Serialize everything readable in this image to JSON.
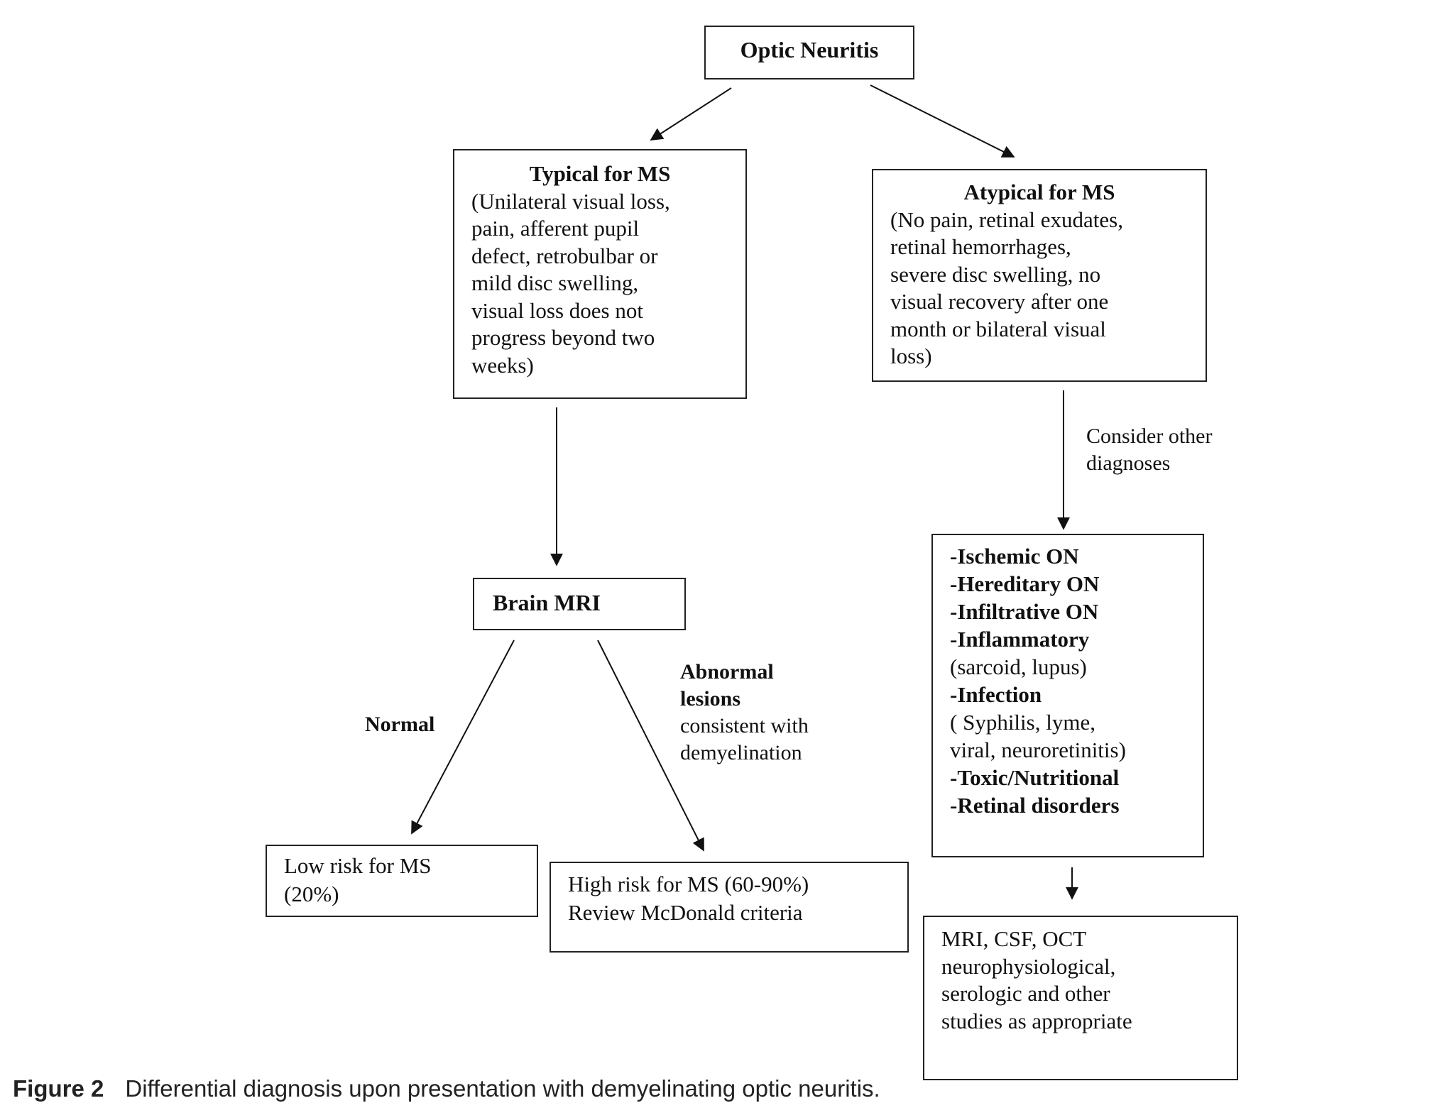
{
  "nodes": {
    "optic_neuritis": {
      "title": "Optic Neuritis"
    },
    "typical": {
      "title": "Typical for MS",
      "lines": [
        "(Unilateral visual loss,",
        "pain, afferent pupil",
        "defect, retrobulbar or",
        "mild disc swelling,",
        "visual loss does not",
        "progress beyond two",
        "weeks)"
      ]
    },
    "atypical": {
      "title": "Atypical for MS",
      "lines": [
        "(No pain, retinal exudates,",
        "retinal hemorrhages,",
        "severe disc swelling, no",
        "visual recovery after one",
        "month or bilateral visual",
        "loss)"
      ]
    },
    "brain_mri": {
      "title": "Brain MRI"
    },
    "low_risk": {
      "lines": [
        "Low risk for MS",
        "(20%)"
      ]
    },
    "high_risk": {
      "lines": [
        "High risk for MS (60-90%)",
        "Review McDonald criteria"
      ]
    },
    "other_dx": {
      "lines": [
        {
          "text": "-Ischemic ON",
          "bold": true
        },
        {
          "text": "-Hereditary ON",
          "bold": true
        },
        {
          "text": "-Infiltrative ON",
          "bold": true
        },
        {
          "text": "-Inflammatory",
          "bold": true
        },
        {
          "text": "(sarcoid, lupus)",
          "bold": false
        },
        {
          "text": "-Infection",
          "bold": true
        },
        {
          "text": "( Syphilis, lyme,",
          "bold": false
        },
        {
          "text": "viral, neuroretinitis)",
          "bold": false
        },
        {
          "text": "-Toxic/Nutritional",
          "bold": true
        },
        {
          "text": "-Retinal disorders",
          "bold": true
        }
      ]
    },
    "studies": {
      "lines": [
        "MRI, CSF, OCT",
        "neurophysiological,",
        "serologic and other",
        "studies as appropriate"
      ]
    }
  },
  "edge_labels": {
    "consider": [
      "Consider other",
      "diagnoses"
    ],
    "normal": "Normal",
    "abnormal_bold": [
      "Abnormal",
      "lesions"
    ],
    "abnormal_rest": [
      "consistent with",
      "demyelination"
    ]
  },
  "caption": {
    "figure": "Figure 2",
    "text": "Differential diagnosis upon presentation with demyelinating optic neuritis."
  }
}
